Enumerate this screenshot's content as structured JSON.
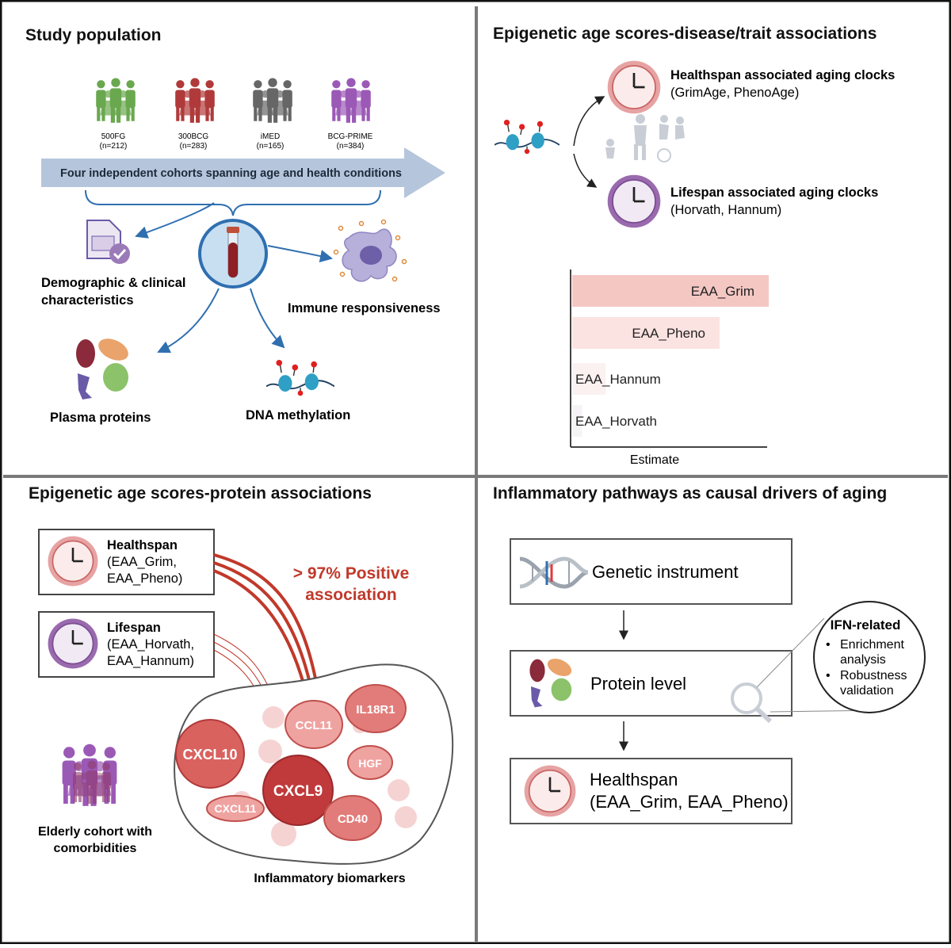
{
  "panels": {
    "study_population": {
      "title": "Study population",
      "cohorts": [
        {
          "name": "500FG",
          "n": "(n=212)",
          "color": "#6aa84f"
        },
        {
          "name": "300BCG",
          "n": "(n=283)",
          "color": "#b03a3a"
        },
        {
          "name": "iMED",
          "n": "(n=165)",
          "color": "#666666"
        },
        {
          "name": "BCG-PRIME",
          "n": "(n=384)",
          "color": "#9b59b6"
        }
      ],
      "banner": "Four independent cohorts spanning age and health conditions",
      "demographic": [
        "Demographic & clinical",
        "characteristics"
      ],
      "immune": "Immune responsiveness",
      "plasma": "Plasma proteins",
      "dna": "DNA methylation"
    },
    "disease_trait": {
      "title": "Epigenetic age scores-disease/trait associations",
      "healthspan_clocks": "Healthspan associated aging clocks",
      "healthspan_clocks_sub": "(GrimAge, PhenoAge)",
      "lifespan_clocks": "Lifespan associated aging clocks",
      "lifespan_clocks_sub": "(Horvath, Hannum)"
    },
    "protein_assoc": {
      "title": "Epigenetic age scores-protein associations",
      "healthspan_label": "Healthspan",
      "healthspan_sub": [
        "(EAA_Grim,",
        "EAA_Pheno)"
      ],
      "lifespan_label": "Lifespan",
      "lifespan_sub": [
        "(EAA_Horvath,",
        "EAA_Hannum)"
      ],
      "positive": [
        "> 97% Positive",
        "association"
      ],
      "elderly": [
        "Elderly cohort with",
        "comorbidities"
      ],
      "biomarkers_label": "Inflammatory biomarkers",
      "biomarkers": [
        "CXCL10",
        "CCL11",
        "IL18R1",
        "HGF",
        "CXCL9",
        "CXCL11",
        "CD40"
      ]
    },
    "causal": {
      "title": "Inflammatory pathways as causal drivers of aging",
      "genetic": "Genetic instrument",
      "protein": "Protein level",
      "healthspan": "Healthspan",
      "healthspan_sub": "(EAA_Grim, EAA_Pheno)",
      "ifn_title": "IFN-related",
      "ifn_items": [
        [
          "Enrichment",
          "analysis"
        ],
        [
          "Robustness",
          "validation"
        ]
      ]
    }
  },
  "chart_data": {
    "type": "bar",
    "orientation": "horizontal",
    "categories": [
      "EAA_Grim",
      "EAA_Pheno",
      "EAA_Hannum",
      "EAA_Horvath"
    ],
    "values": [
      1.0,
      0.75,
      0.17,
      0.05
    ],
    "xlabel": "Estimate",
    "ylabel": "",
    "colors": [
      "#f4c7c3",
      "#fbe3e1",
      "#fbf1f1",
      "#f6f3f6"
    ]
  }
}
